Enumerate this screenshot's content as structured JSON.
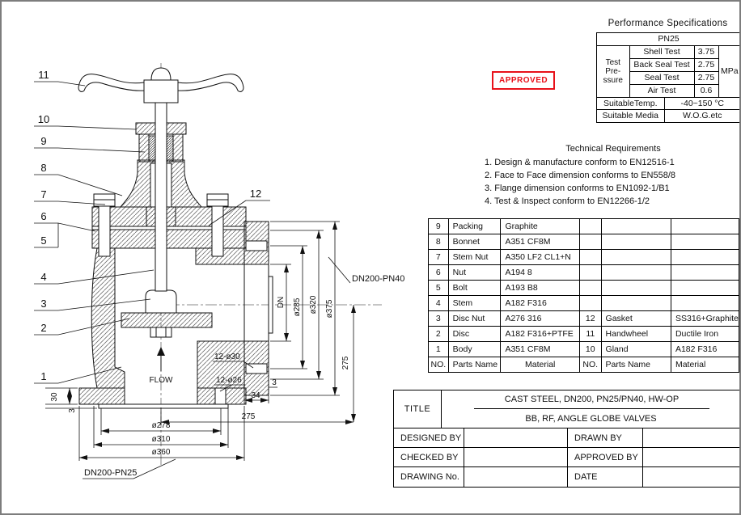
{
  "stamp": {
    "label": "APPROVED",
    "color": "#e8111a"
  },
  "performance_specs": {
    "title": "Performance Specifications",
    "class_header": "PN25",
    "pressure_label_lines": [
      "Test",
      "Pre-",
      "ssure"
    ],
    "unit": "MPa",
    "tests": [
      {
        "name": "Shell Test",
        "value": "3.75"
      },
      {
        "name": "Back Seal Test",
        "value": "2.75"
      },
      {
        "name": "Seal Test",
        "value": "2.75"
      },
      {
        "name": "Air Test",
        "value": "0.6"
      }
    ],
    "temp_label": "SuitableTemp.",
    "temp_value": "-40~150 °C",
    "media_label": "Suitable Media",
    "media_value": "W.O.G.etc"
  },
  "technical_requirements": {
    "title": "Technical Requirements",
    "items": [
      "1. Design & manufacture conform to EN12516-1",
      "2. Face to Face dimension conforms to EN558/8",
      "3. Flange dimension conforms to EN1092-1/B1",
      "4. Test & Inspect conform to EN12266-1/2"
    ]
  },
  "parts_table": {
    "header": {
      "no": "NO.",
      "name": "Parts Name",
      "material": "Material"
    },
    "left_rows": [
      {
        "no": "9",
        "name": "Packing",
        "material": "Graphite"
      },
      {
        "no": "8",
        "name": "Bonnet",
        "material": "A351 CF8M"
      },
      {
        "no": "7",
        "name": "Stem Nut",
        "material": "A350 LF2 CL1+N"
      },
      {
        "no": "6",
        "name": "Nut",
        "material": "A194 8"
      },
      {
        "no": "5",
        "name": "Bolt",
        "material": "A193 B8"
      },
      {
        "no": "4",
        "name": "Stem",
        "material": "A182 F316"
      },
      {
        "no": "3",
        "name": "Disc Nut",
        "material": "A276 316"
      },
      {
        "no": "2",
        "name": "Disc",
        "material": "A182 F316+PTFE"
      },
      {
        "no": "1",
        "name": "Body",
        "material": "A351 CF8M"
      }
    ],
    "right_rows": [
      {
        "no": "12",
        "name": "Gasket",
        "material": "SS316+Graphite"
      },
      {
        "no": "11",
        "name": "Handwheel",
        "material": "Ductile Iron"
      },
      {
        "no": "10",
        "name": "Gland",
        "material": "A182 F316"
      }
    ]
  },
  "title_block": {
    "label": "TITLE",
    "line1": "CAST STEEL, DN200, PN25/PN40, HW-OP",
    "line2": "BB, RF, ANGLE GLOBE VALVES",
    "designed_label": "DESIGNED BY",
    "drawn_label": "DRAWN BY",
    "checked_label": "CHECKED  BY",
    "approved_label": "APPROVED BY",
    "drawing_no_label": "DRAWING No.",
    "date_label": "DATE"
  },
  "drawing": {
    "callouts": [
      "1",
      "2",
      "3",
      "4",
      "5",
      "6",
      "7",
      "8",
      "9",
      "10",
      "11",
      "12"
    ],
    "flow_label": "FLOW",
    "flange_labels": {
      "bottom": "DN200-PN25",
      "side": "DN200-PN40"
    },
    "dimensions": {
      "bore": "DN",
      "bolt_circle": "ø285",
      "raised_face": "ø320",
      "flange_od": "ø375",
      "v275": "275",
      "h275": "275",
      "d278": "ø278",
      "d310": "ø310",
      "d360": "ø360",
      "t30": "30",
      "t3_left": "3",
      "t3_side": "3",
      "t34": "34",
      "holes_side": "12-ø30",
      "holes_bottom": "12-ø26"
    }
  }
}
